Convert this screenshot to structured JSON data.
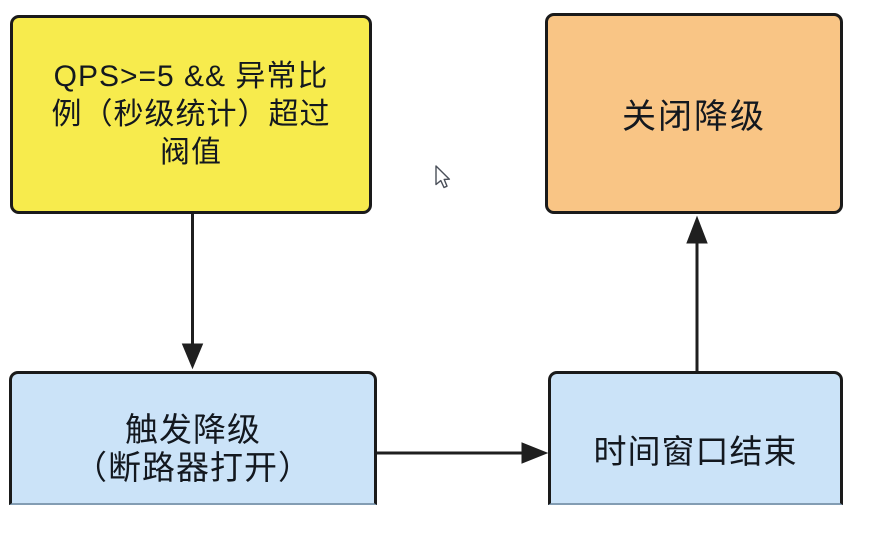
{
  "diagram": {
    "background": "#ffffff",
    "edge_color": "#1f1f1f",
    "node_border_color": "#1a1a1a",
    "nodes": {
      "condition": {
        "lines": [
          "QPS>=5 && 异常比",
          "例（秒级统计）超过",
          "阀值"
        ],
        "full_text": "QPS>=5 && 异常比例（秒级统计）超过阀值",
        "fill": "#f7eb4d"
      },
      "trigger_degrade": {
        "lines": [
          "触发降级",
          "（断路器打开）"
        ],
        "full_text": "触发降级（断路器打开）",
        "fill": "#cbe3f8"
      },
      "time_window": {
        "label": "时间窗口结束",
        "fill": "#cbe3f8"
      },
      "close_degrade": {
        "label": "关闭降级",
        "fill": "#f9c585"
      }
    },
    "edges": [
      {
        "from": "condition",
        "to": "trigger_degrade",
        "direction": "down"
      },
      {
        "from": "trigger_degrade",
        "to": "time_window",
        "direction": "right"
      },
      {
        "from": "time_window",
        "to": "close_degrade",
        "direction": "up"
      }
    ],
    "cursor": {
      "fill": "#ffffff",
      "outline": "#4a4f59"
    }
  }
}
